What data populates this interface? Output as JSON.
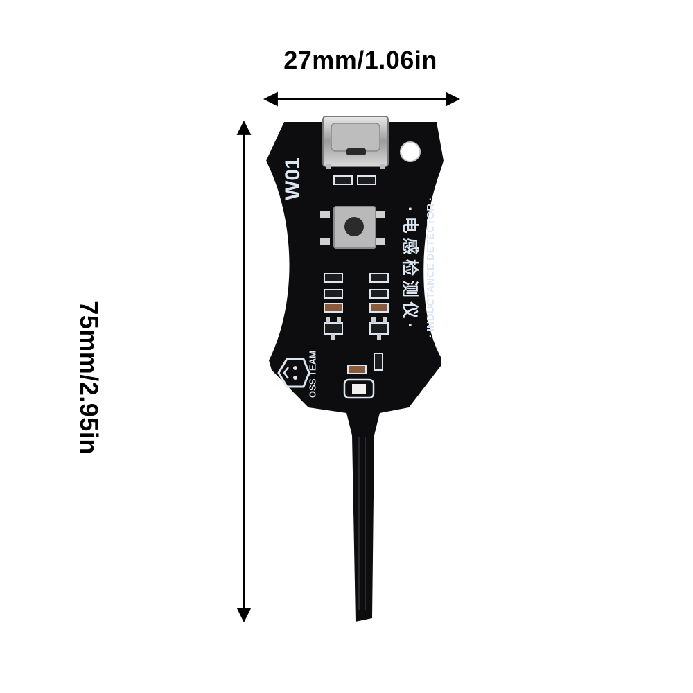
{
  "dimensions": {
    "width_label": "27mm/1.06in",
    "height_label": "75mm/2.95in"
  },
  "board": {
    "model": "W01",
    "chinese_name": "· 电 感 检 测 仪 ·",
    "english_name": "· INDUCTANCE DETECTOR ·",
    "brand": "OSS TEAM"
  },
  "colors": {
    "pcb": "#0d0d0f",
    "silkscreen": "#dbe6f2",
    "metal": "#c9c9c9",
    "arrow": "#000000"
  }
}
